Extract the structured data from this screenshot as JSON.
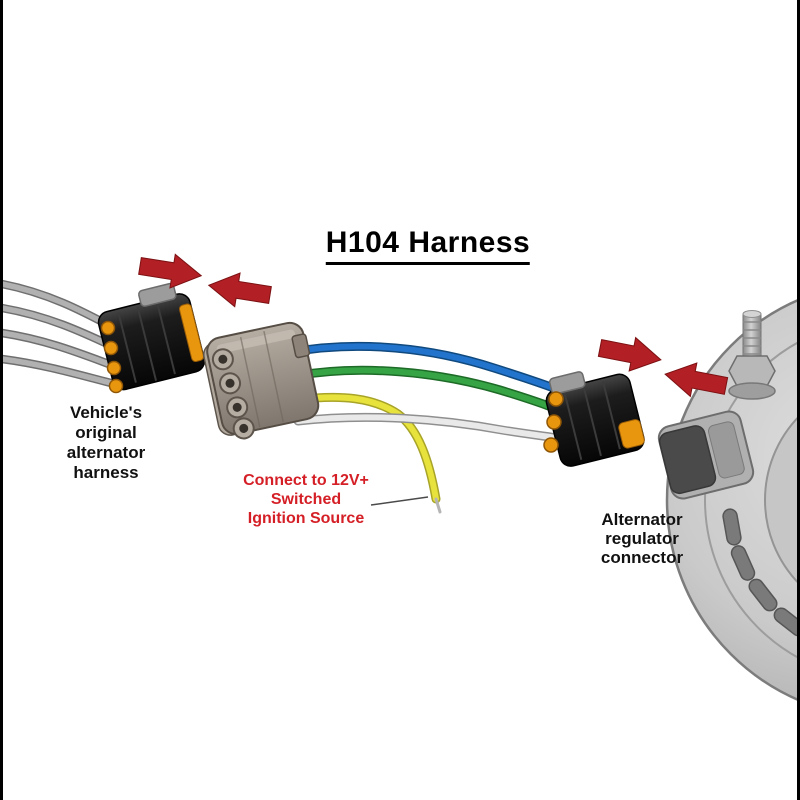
{
  "diagram": {
    "title": "H104 Harness",
    "labels": {
      "vehicle_harness": "Vehicle's\noriginal\nalternator\nharness",
      "ignition_note": "Connect to 12V+\nSwitched\nIgnition Source",
      "alternator_connector": "Alternator\nregulator\nconnector"
    },
    "colors": {
      "arrow_red": "#b21f24",
      "note_red": "#d51f26",
      "wire_blue": "#2273cc",
      "wire_green": "#36a344",
      "wire_yellow": "#e7e23c",
      "wire_white": "#e9e9e9",
      "wire_gray": "#b1b1b1",
      "connector_black": "#1d1d1d",
      "connector_taupe": "#9a9087",
      "seal_orange": "#e9960f",
      "alternator_gray": "#c9c9c9"
    }
  }
}
